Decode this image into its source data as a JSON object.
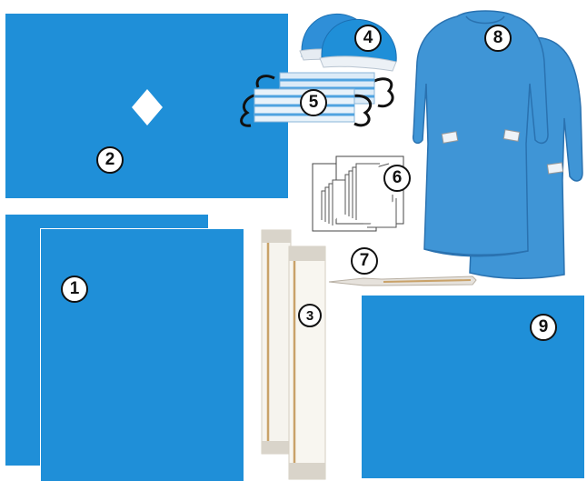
{
  "image": {
    "background": "#ffffff",
    "drape_color": "#1f8fd8",
    "gown_color": "#3f95d6",
    "tape_color": "#c9a269"
  },
  "items": [
    {
      "number": "1",
      "item": "stacked-drape-sheets"
    },
    {
      "number": "2",
      "item": "fenestrated-drape"
    },
    {
      "number": "3",
      "item": "adhesive-tape-strips"
    },
    {
      "number": "4",
      "item": "surgical-caps"
    },
    {
      "number": "5",
      "item": "face-masks"
    },
    {
      "number": "6",
      "item": "paper-towels"
    },
    {
      "number": "7",
      "item": "surgical-marker"
    },
    {
      "number": "8",
      "item": "surgical-gowns"
    },
    {
      "number": "9",
      "item": "drape-sheet"
    }
  ]
}
